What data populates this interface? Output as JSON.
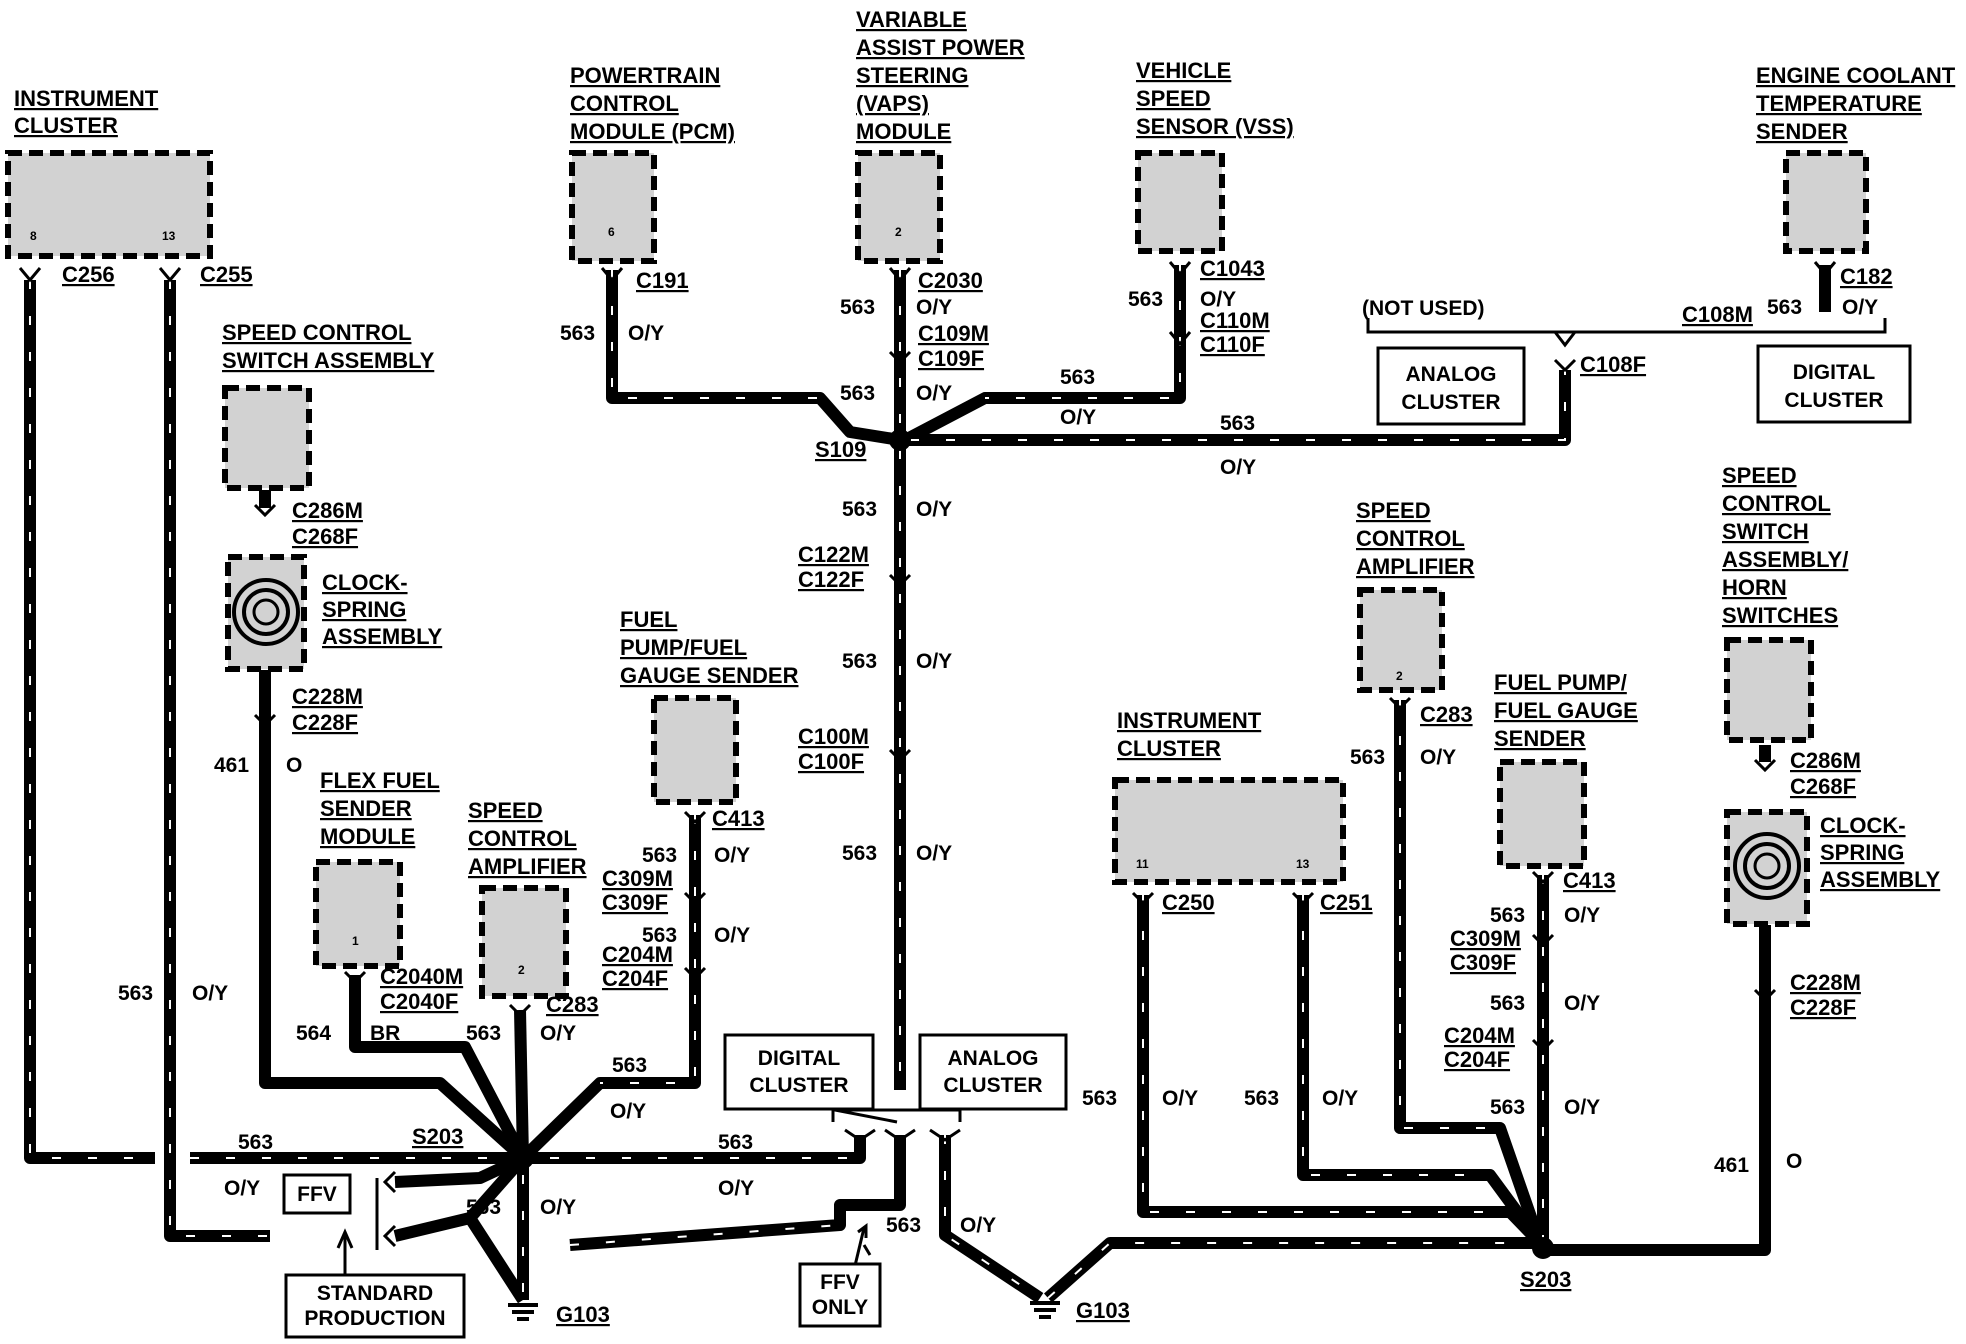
{
  "labels": {
    "instrument_cluster_left": [
      "INSTRUMENT",
      "CLUSTER"
    ],
    "pcm": [
      "POWERTRAIN",
      "CONTROL",
      "MODULE (PCM)"
    ],
    "vaps": [
      "VARIABLE",
      "ASSIST POWER",
      "STEERING",
      "(VAPS)",
      "MODULE"
    ],
    "vss": [
      "VEHICLE",
      "SPEED",
      "SENSOR (VSS)"
    ],
    "ect": [
      "ENGINE COOLANT",
      "TEMPERATURE",
      "SENDER"
    ],
    "speed_switch_left": [
      "SPEED CONTROL",
      "SWITCH ASSEMBLY"
    ],
    "clockspring_left": [
      "CLOCK-",
      "SPRING",
      "ASSEMBLY"
    ],
    "fuel_pump_left": [
      "FUEL",
      "PUMP/FUEL",
      "GAUGE SENDER"
    ],
    "flex_fuel": [
      "FLEX FUEL",
      "SENDER",
      "MODULE"
    ],
    "speed_amp_left": [
      "SPEED",
      "CONTROL",
      "AMPLIFIER"
    ],
    "speed_amp_right": [
      "SPEED",
      "CONTROL",
      "AMPLIFIER"
    ],
    "instrument_cluster_right": [
      "INSTRUMENT",
      "CLUSTER"
    ],
    "fuel_pump_right": [
      "FUEL PUMP/",
      "FUEL GAUGE",
      "SENDER"
    ],
    "speed_switch_right": [
      "SPEED",
      "CONTROL",
      "SWITCH",
      "ASSEMBLY/",
      "HORN",
      "SWITCHES"
    ],
    "clockspring_right": [
      "CLOCK-",
      "SPRING",
      "ASSEMBLY"
    ],
    "not_used": "(NOT USED)"
  },
  "boxes": {
    "analog_top": [
      "ANALOG",
      "CLUSTER"
    ],
    "digital_top": [
      "DIGITAL",
      "CLUSTER"
    ],
    "digital_bottom": [
      "DIGITAL",
      "CLUSTER"
    ],
    "analog_bottom": [
      "ANALOG",
      "CLUSTER"
    ],
    "ffv": "FFV",
    "standard": [
      "STANDARD",
      "PRODUCTION"
    ],
    "ffv_only": [
      "FFV",
      "ONLY"
    ]
  },
  "connectors": {
    "c256": "C256",
    "c255": "C255",
    "c191": "C191",
    "c2030": "C2030",
    "c109": [
      "C109M",
      "C109F"
    ],
    "c1043": "C1043",
    "c110": [
      "C110M",
      "C110F"
    ],
    "c182": "C182",
    "c108m": "C108M",
    "c108f": "C108F",
    "c286_left": [
      "C286M",
      "C268F"
    ],
    "c228_left": [
      "C228M",
      "C228F"
    ],
    "c122": [
      "C122M",
      "C122F"
    ],
    "c100": [
      "C100M",
      "C100F"
    ],
    "c413_left": "C413",
    "c309_left": [
      "C309M",
      "C309F"
    ],
    "c204_left": [
      "C204M",
      "C204F"
    ],
    "c2040": [
      "C2040M",
      "C2040F"
    ],
    "c283_left": "C283",
    "c283_right": "C283",
    "c250": "C250",
    "c251": "C251",
    "c413_right": "C413",
    "c309_right": [
      "C309M",
      "C309F"
    ],
    "c204_right": [
      "C204M",
      "C204F"
    ],
    "c286_right": [
      "C286M",
      "C268F"
    ],
    "c228_right": [
      "C228M",
      "C228F"
    ]
  },
  "splices": {
    "s109": "S109",
    "s203_left": "S203",
    "s203_right": "S203"
  },
  "grounds": {
    "g103_left": "G103",
    "g103_right": "G103"
  },
  "pins": {
    "ic_left_a": "8",
    "ic_left_b": "13",
    "pcm": "6",
    "vaps": "2",
    "flex": "1",
    "amp_left": "2",
    "amp_right": "2",
    "ic_right_a": "11",
    "ic_right_b": "13"
  },
  "wires": {
    "circuit_563": "563",
    "circuit_461": "461",
    "circuit_564": "564",
    "color_oy": "O/Y",
    "color_o": "O",
    "color_br": "BR"
  }
}
